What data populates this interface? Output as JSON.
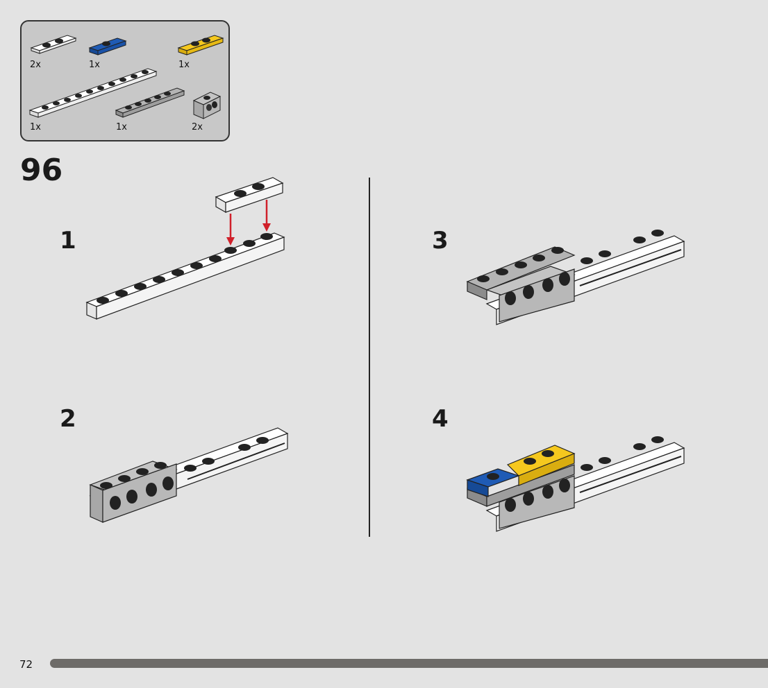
{
  "parts_list": {
    "quantities": [
      "2x",
      "1x",
      "1x",
      "1x",
      "1x",
      "2x"
    ]
  },
  "step": {
    "number": "96"
  },
  "substeps": [
    {
      "number": "1"
    },
    {
      "number": "2"
    },
    {
      "number": "3"
    },
    {
      "number": "4"
    }
  ],
  "footer": {
    "page_number": "72"
  },
  "colors": {
    "background": "#e3e3e3",
    "parts_box": "#c8c8c8",
    "white_brick": "#ffffff",
    "light_gray_brick": "#b4b4b4",
    "blue_brick": "#1f5bb5",
    "yellow_brick": "#f5c81e",
    "arrow_red": "#d0202a",
    "progress_bar": "#6d6b68"
  }
}
